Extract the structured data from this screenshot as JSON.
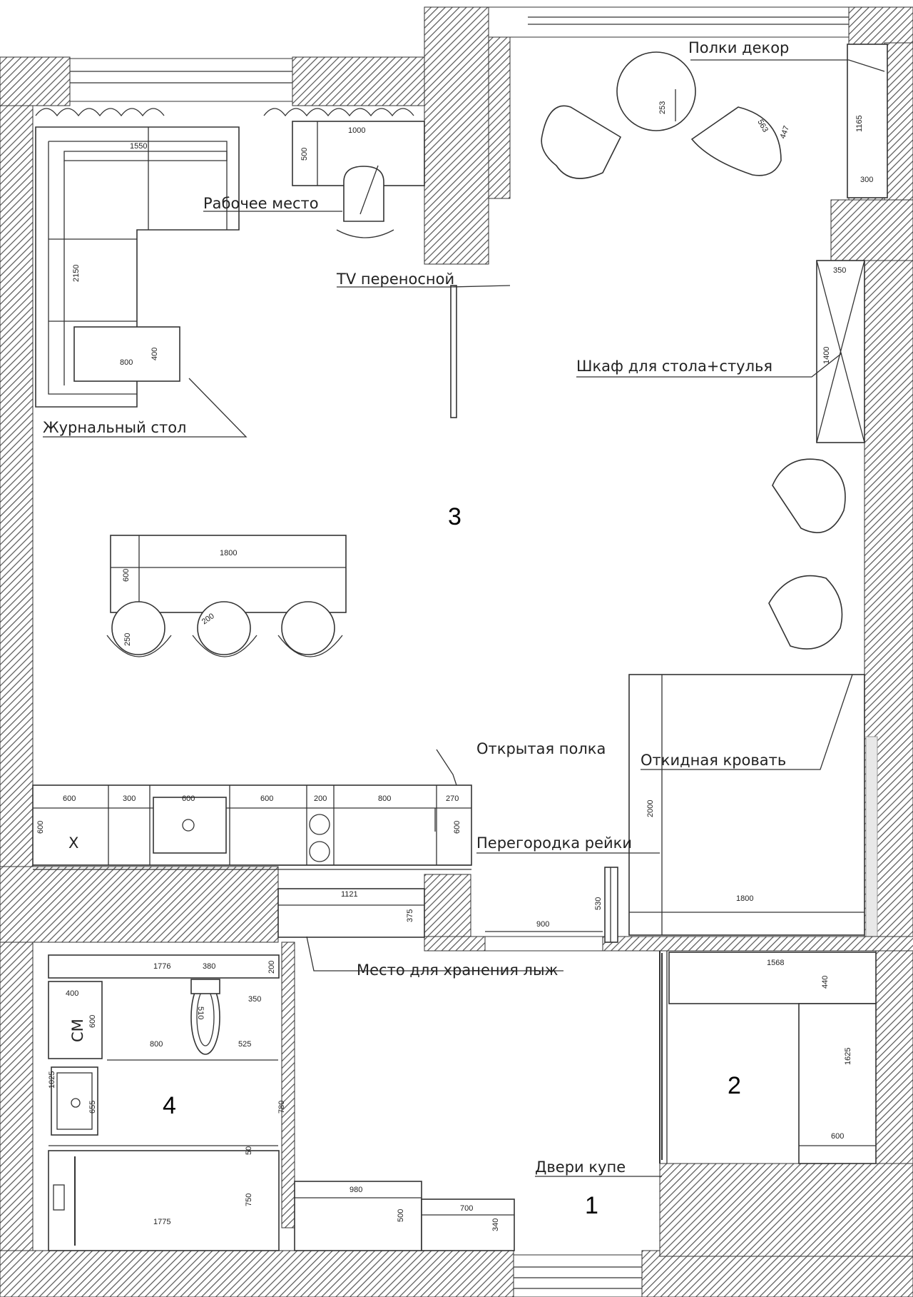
{
  "colors": {
    "wall_hatch": "#555555",
    "line": "#333333",
    "background": "#ffffff"
  },
  "rooms": {
    "r1": "1",
    "r2": "2",
    "r3": "3",
    "r4": "4"
  },
  "labels": {
    "shelves_decor": "Полки декор",
    "workplace": "Рабочее место",
    "tv_portable": "TV переносной",
    "wardrobe_table_chairs": "Шкаф для стола+стулья",
    "coffee_table": "Журнальный стол",
    "open_shelf": "Открытая полка",
    "folding_bed": "Откидная кровать",
    "rail_partition": "Перегородка рейки",
    "ski_storage": "Место для хранения лыж",
    "sliding_doors": "Двери купе"
  },
  "dimensions": {
    "desk_w": "1000",
    "desk_d": "500",
    "sofa_w": "1550",
    "sofa_l": "2150",
    "table_w": "800",
    "table_d": "400",
    "shelf_h": "1165",
    "shelf_d": "300",
    "round_table": "253",
    "chair_a": "563",
    "chair_b": "447",
    "wardrobe_d": "350",
    "wardrobe_l": "1400",
    "bar_w": "1800",
    "bar_d": "600",
    "stool_a": "250",
    "stool_b": "200",
    "k1": "600",
    "k2": "300",
    "k3": "600",
    "k4": "600",
    "k5": "200",
    "k6": "800",
    "k7": "270",
    "k_depth_l": "600",
    "k_depth_r": "600",
    "bed_l": "2000",
    "bed_w": "1800",
    "partition_h": "530",
    "opening": "900",
    "ski_w": "1121",
    "ski_d": "375",
    "bath_top": "1776",
    "bath_toilet_w": "380",
    "bath_toilet_d": "200",
    "bath_wm": "400",
    "bath_wm_h": "600",
    "bath_bidet": "510",
    "bath_350": "350",
    "bath_800": "800",
    "bath_525": "525",
    "bath_1025": "1025",
    "bath_655": "655",
    "bath_780": "780",
    "bath_50": "50",
    "bath_tub": "1775",
    "bath_tub_d": "750",
    "hall_980": "980",
    "hall_500": "500",
    "hall_700": "700",
    "hall_340": "340",
    "bed2_w": "1568",
    "bed2_440": "440",
    "bed2_1625": "1625",
    "bed2_600": "600"
  },
  "markers": {
    "washer": "CM",
    "fridge": "X"
  }
}
